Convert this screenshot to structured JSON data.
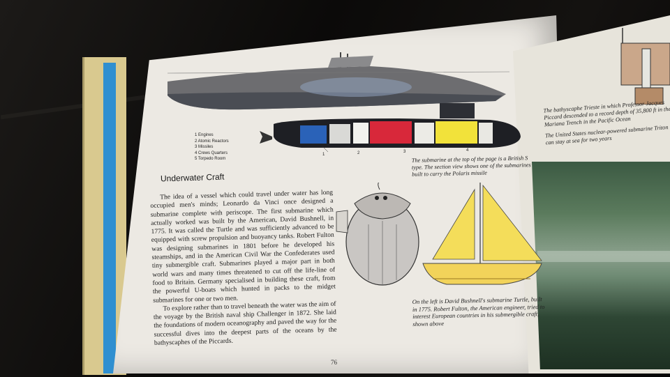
{
  "page": {
    "left_page_number": "76",
    "heading": "Underwater Craft",
    "body_paragraphs": [
      "The idea of a vessel which could travel under water has long occupied men's minds; Leonardo da Vinci once designed a submarine complete with periscope. The first submarine which actually worked was built by the American, David Bushnell, in 1775. It was called the Turtle and was sufficiently advanced to be equipped with screw propulsion and buoyancy tanks. Robert Fulton was designing submarines in 1801 before he developed his steamships, and in the American Civil War the Confederates used tiny submergible craft. Submarines played a major part in both world wars and many times threatened to cut off the life-line of food to Britain. Germany specialised in building these craft, from the powerful U-boats which hunted in packs to the midget submarines for one or two men.",
      "To explore rather than to travel beneath the water was the aim of the voyage by the British naval ship Challenger in 1872. She laid the foundations of modern oceanography and paved the way for the successful dives into the deepest parts of the oceans by the bathyscaphes of the Piccards."
    ],
    "legend_items": [
      "1  Engines",
      "2  Atomic Reactors",
      "3  Missiles",
      "4  Crews Quarters",
      "5  Torpedo Room"
    ],
    "diagram_numbers": [
      "1",
      "2",
      "3",
      "4"
    ],
    "caption_submarine": "The submarine at the top of the page is a British S type. The section view shows one of the submarines built to carry the Polaris missile",
    "caption_turtle": "On the left is David Bushnell's submarine Turtle, built in 1775. Robert Fulton, the American engineer, tried to interest European countries in his submergible craft, shown above",
    "caption_right_1": "The bathyscaphe Trieste in which Professor Jacques Piccard descended to a record depth of 35,800 ft in the Mariana Trench in the Pacific Ocean",
    "caption_right_2": "The United States nuclear-powered submarine Triton can stay at sea for two years"
  },
  "colors": {
    "page": "#ece9e3",
    "missile_red": "#d8283a",
    "reactor_blue": "#2a62b8",
    "quarters_yellow": "#f2e23a",
    "sail_yellow": "#f4dd5a",
    "book_edge_blue": "#2f8fd0"
  }
}
